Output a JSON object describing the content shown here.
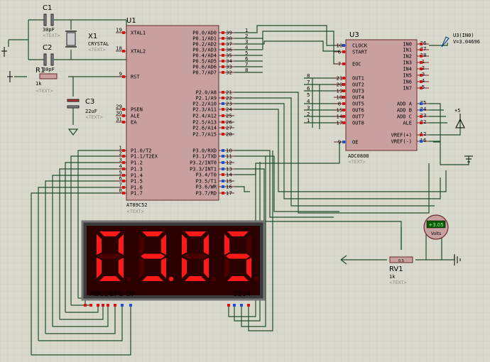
{
  "mcu": {
    "ref": "U1",
    "part": "AT89C52",
    "tag": "<TEXT>",
    "left_pins": [
      {
        "name": "XTAL1",
        "num": "19"
      },
      {
        "name": "XTAL2",
        "num": "18"
      },
      {
        "name": "RST",
        "num": "9"
      },
      {
        "name": "PSEN",
        "num": "29"
      },
      {
        "name": "ALE",
        "num": "30"
      },
      {
        "name": "EA",
        "num": "31"
      },
      {
        "name": "P1.0/T2",
        "num": "1"
      },
      {
        "name": "P1.1/T2EX",
        "num": "2"
      },
      {
        "name": "P1.2",
        "num": "3"
      },
      {
        "name": "P1.3",
        "num": "4"
      },
      {
        "name": "P1.4",
        "num": "5"
      },
      {
        "name": "P1.5",
        "num": "6"
      },
      {
        "name": "P1.6",
        "num": "7"
      },
      {
        "name": "P1.7",
        "num": "8"
      }
    ],
    "right_pins": [
      {
        "name": "P0.0/AD0",
        "num": "39"
      },
      {
        "name": "P0.1/AD1",
        "num": "38"
      },
      {
        "name": "P0.2/AD2",
        "num": "37"
      },
      {
        "name": "P0.3/AD3",
        "num": "36"
      },
      {
        "name": "P0.4/AD4",
        "num": "35"
      },
      {
        "name": "P0.5/AD5",
        "num": "34"
      },
      {
        "name": "P0.6/AD6",
        "num": "33"
      },
      {
        "name": "P0.7/AD7",
        "num": "32"
      },
      {
        "name": "P2.0/A8",
        "num": "21"
      },
      {
        "name": "P2.1/A9",
        "num": "22"
      },
      {
        "name": "P2.2/A10",
        "num": "23"
      },
      {
        "name": "P2.3/A11",
        "num": "24"
      },
      {
        "name": "P2.4/A12",
        "num": "25"
      },
      {
        "name": "P2.5/A13",
        "num": "26"
      },
      {
        "name": "P2.6/A14",
        "num": "27"
      },
      {
        "name": "P2.7/A15",
        "num": "28"
      },
      {
        "name": "P3.0/RXD",
        "num": "10"
      },
      {
        "name": "P3.1/TXD",
        "num": "11"
      },
      {
        "name": "P3.2/INT0",
        "num": "12"
      },
      {
        "name": "P3.3/INT1",
        "num": "13"
      },
      {
        "name": "P3.4/T0",
        "num": "14"
      },
      {
        "name": "P3.5/T1",
        "num": "15"
      },
      {
        "name": "P3.6/WR",
        "num": "16"
      },
      {
        "name": "P3.7/RD",
        "num": "17"
      }
    ],
    "bus_labels": [
      "1",
      "2",
      "3",
      "4",
      "5",
      "6",
      "7",
      "8"
    ]
  },
  "adc": {
    "ref": "U3",
    "part": "ADC0808",
    "tag": "<TEXT>",
    "left_pins": [
      {
        "name": "CLOCK",
        "num": "10"
      },
      {
        "name": "START",
        "num": "6"
      },
      {
        "name": "EOC",
        "num": "7"
      },
      {
        "name": "OUT1",
        "num": "21"
      },
      {
        "name": "OUT2",
        "num": "20"
      },
      {
        "name": "OUT3",
        "num": "19"
      },
      {
        "name": "OUT4",
        "num": "18"
      },
      {
        "name": "OUT5",
        "num": "8"
      },
      {
        "name": "OUT6",
        "num": "15"
      },
      {
        "name": "OUT7",
        "num": "14"
      },
      {
        "name": "OUT8",
        "num": "17"
      },
      {
        "name": "OE",
        "num": "9"
      }
    ],
    "right_pins": [
      {
        "name": "IN0",
        "num": "26"
      },
      {
        "name": "IN1",
        "num": "27"
      },
      {
        "name": "IN2",
        "num": "28"
      },
      {
        "name": "IN3",
        "num": "1"
      },
      {
        "name": "IN4",
        "num": "2"
      },
      {
        "name": "IN5",
        "num": "3"
      },
      {
        "name": "IN6",
        "num": "4"
      },
      {
        "name": "IN7",
        "num": "5"
      },
      {
        "name": "ADD A",
        "num": "25"
      },
      {
        "name": "ADD B",
        "num": "24"
      },
      {
        "name": "ADD C",
        "num": "23"
      },
      {
        "name": "ALE",
        "num": "22"
      },
      {
        "name": "VREF(+)",
        "num": "12"
      },
      {
        "name": "VREF(-)",
        "num": "16"
      }
    ],
    "bus_labels": [
      "8",
      "7",
      "6",
      "5",
      "4",
      "3",
      "2",
      "1"
    ]
  },
  "probe": {
    "label": "U3(IN0)",
    "value": "V=3.04696"
  },
  "c1": {
    "ref": "C1",
    "value": "30pF",
    "tag": "<TEXT>"
  },
  "c2": {
    "ref": "C2",
    "value": "30pF",
    "tag": "<TEXT>"
  },
  "c3": {
    "ref": "C3",
    "value": "22uF",
    "tag": "<TEXT>"
  },
  "x1": {
    "ref": "X1",
    "value": "CRYSTAL",
    "tag": "<TEXT>"
  },
  "r1": {
    "ref": "R1",
    "value": "1k",
    "tag": "<TEXT>"
  },
  "rv1": {
    "ref": "RV1",
    "value": "1k",
    "tag": "<TEXT>",
    "knob": "0.5"
  },
  "power": {
    "label": "+5"
  },
  "voltmeter": {
    "reading": "+3.05",
    "unit": "Volts"
  },
  "display": {
    "digits": [
      "0",
      "3",
      "0",
      "5"
    ],
    "seg_label": "ABCDEFG  DP",
    "dig_label": "1234",
    "decimal_after": 1
  }
}
